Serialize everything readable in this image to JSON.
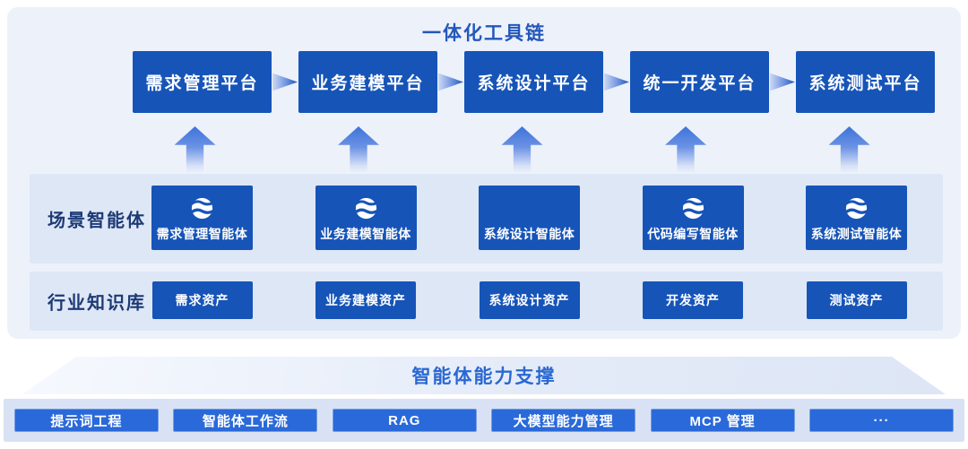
{
  "palette": {
    "panel_bg": "#edf1fa",
    "band_bg": "#dee7f6",
    "bottom_band_bg": "#d9e2f4",
    "box_blue": "#1654b8",
    "button_blue": "#2a69d9",
    "top_title_blue": "#2357ba",
    "support_title_blue": "#2a68d2",
    "label_navy": "#1d3a75",
    "arrow_blue": "#3e73d9"
  },
  "toolchain": {
    "title": "一体化工具链",
    "platforms": [
      "需求管理平台",
      "业务建模平台",
      "系统设计平台",
      "统一开发平台",
      "系统测试平台"
    ]
  },
  "agents": {
    "label": "场景智能体",
    "items": [
      {
        "label": "需求管理智能体",
        "icon": "globe-icon"
      },
      {
        "label": "业务建模智能体",
        "icon": "globe-icon"
      },
      {
        "label": "系统设计智能体",
        "icon": null
      },
      {
        "label": "代码编写智能体",
        "icon": "globe-icon"
      },
      {
        "label": "系统测试智能体",
        "icon": "globe-icon"
      }
    ]
  },
  "knowledge": {
    "label": "行业知识库",
    "items": [
      "需求资产",
      "业务建模资产",
      "系统设计资产",
      "开发资产",
      "测试资产"
    ]
  },
  "support": {
    "title": "智能体能力支撑",
    "items": [
      "提示词工程",
      "智能体工作流",
      "RAG",
      "大模型能力管理",
      "MCP 管理",
      "···"
    ]
  }
}
